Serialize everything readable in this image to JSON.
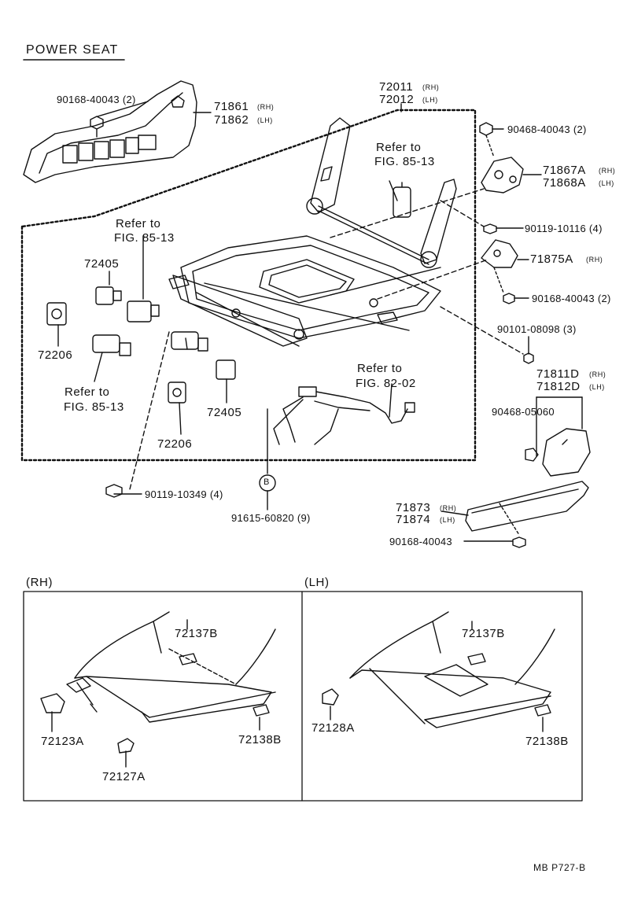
{
  "title": "POWER SEAT",
  "footer": "MB  P727-B",
  "labels": {
    "frame_rh": "72011",
    "frame_lh": "72012",
    "cover_rh": "71861",
    "cover_lh": "71862",
    "screw_90168_2_top": "90168-40043 (2)",
    "screw_90468_2": "90468-40043 (2)",
    "hinge_rh": "71867A",
    "hinge_lh": "71868A",
    "bolt_90119_10116": "90119-10116 (4)",
    "bracket_rh": "71875A",
    "screw_90168_2_mid": "90168-40043 (2)",
    "bolt_90101": "90101-08098 (3)",
    "shield_rh": "71811D",
    "shield_lh": "71812D",
    "clip_90468_05060": "90468-05060",
    "rail_cover_rh": "71873",
    "rail_cover_lh": "71874",
    "screw_90168_single": "90168-40043",
    "bolt_90119_10349": "90119-10349 (4)",
    "nut_91615": "91615-60820 (9)",
    "motor_72405_a": "72405",
    "motor_72405_b": "72405",
    "motor_72206_a": "72206",
    "motor_72206_b": "72206",
    "marker_b": "B",
    "rh_72137b": "72137B",
    "rh_72123a": "72123A",
    "rh_72127a": "72127A",
    "rh_72138b": "72138B",
    "lh_72137b": "72137B",
    "lh_72128a": "72128A",
    "lh_72138b": "72138B"
  },
  "side_tags": {
    "rh": "(RH)",
    "lh": "(LH)"
  },
  "refs": {
    "ref_top_right_1": "Refer to",
    "ref_top_right_2": "FIG. 85-13",
    "ref_mid_left_1": "Refer to",
    "ref_mid_left_2": "FIG. 85-13",
    "ref_low_left_1": "Refer to",
    "ref_low_left_2": "FIG. 85-13",
    "ref_harness_1": "Refer to",
    "ref_harness_2": "FIG. 82-02"
  },
  "sections": {
    "rh": "(RH)",
    "lh": "(LH)"
  }
}
